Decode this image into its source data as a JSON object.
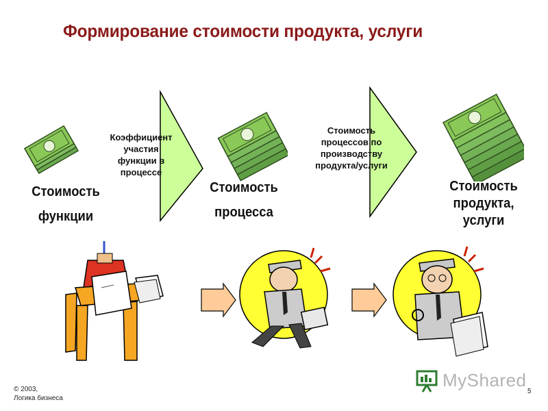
{
  "slide": {
    "title": "Формирование стоимости продукта, услуги",
    "page_number": "5",
    "copyright_line1": "© 2003,",
    "copyright_line2": "Логика бизнеса"
  },
  "stages": [
    {
      "label_line1": "Стоимость",
      "label_line2": "функции",
      "label_line3": ""
    },
    {
      "label_line1": "Стоимость",
      "label_line2": "процесса",
      "label_line3": ""
    },
    {
      "label_line1": "Стоимость",
      "label_line2": "продукта,",
      "label_line3": "услуги"
    }
  ],
  "arrows": [
    {
      "text": "Коэффициент\nучастия\nфункции в\nпроцессе"
    },
    {
      "text": "Стоимость\nпроцессов по\nпроизводству\nпродукта/услуги"
    }
  ],
  "watermark": {
    "text": "MyShared"
  },
  "colors": {
    "title": "#8b1a1a",
    "arrow_fill": "#ccff99",
    "money_green": "#8ac858",
    "small_arrow_fill": "#ffcc99",
    "sun_yellow": "#ffff33",
    "desk_orange": "#f5a623"
  }
}
